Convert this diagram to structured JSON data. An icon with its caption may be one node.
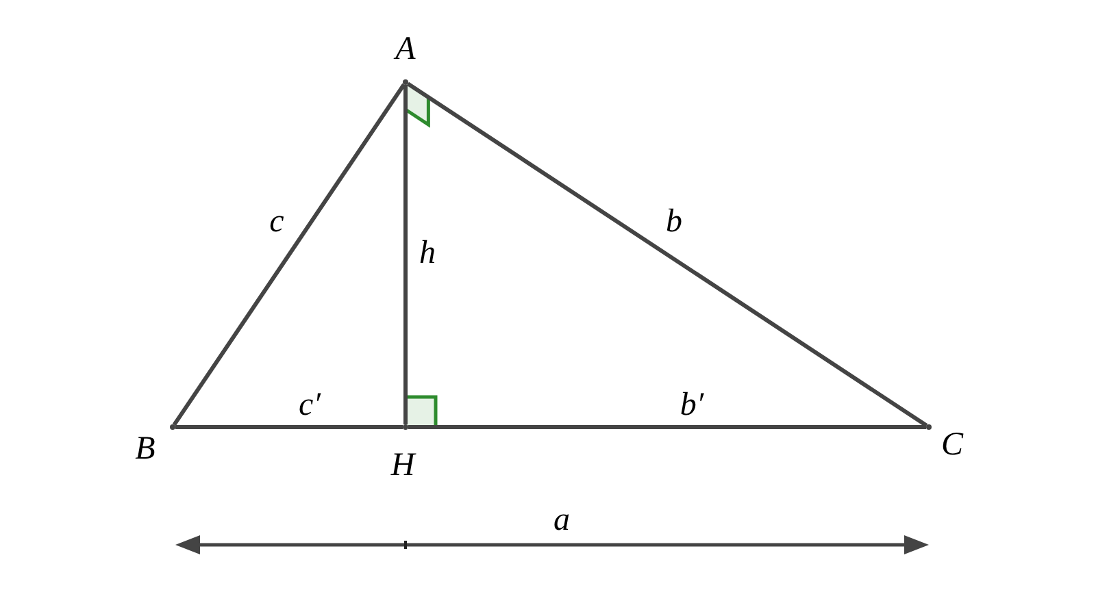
{
  "diagram": {
    "nodes": [
      {
        "text": [],
        "shape": "point",
        "beside": [
          "A"
        ]
      },
      {
        "text": [],
        "shape": "point",
        "beside": [
          "B"
        ]
      },
      {
        "text": [],
        "shape": "point",
        "beside": [
          "H"
        ]
      },
      {
        "text": [],
        "shape": "point",
        "beside": [
          "C"
        ]
      }
    ],
    "edges": [
      {
        "from": 0,
        "to": 1,
        "arrow": "none",
        "label": "c"
      },
      {
        "from": 0,
        "to": 3,
        "arrow": "none",
        "label": "b"
      },
      {
        "from": 0,
        "to": 2,
        "arrow": "none",
        "label": "h"
      },
      {
        "from": 1,
        "to": 2,
        "arrow": "none",
        "label": "c′"
      },
      {
        "from": 2,
        "to": 3,
        "arrow": "none",
        "label": "b′"
      }
    ],
    "labels": [
      "a"
    ]
  }
}
